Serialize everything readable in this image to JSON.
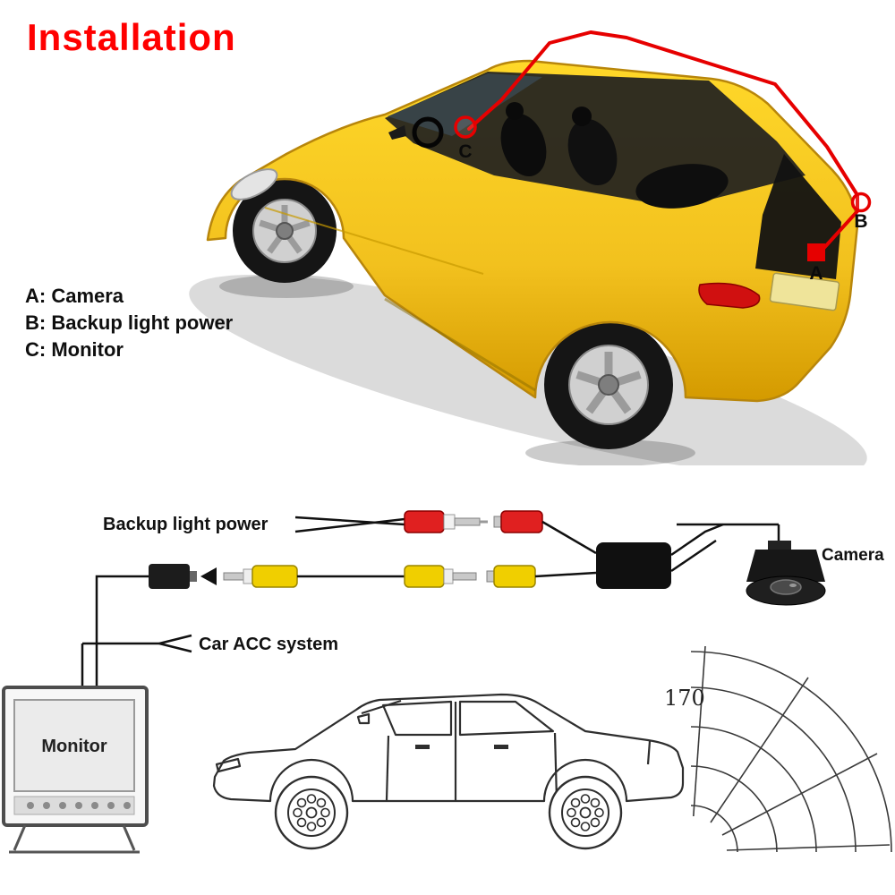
{
  "title": "Installation",
  "legend": {
    "items": [
      {
        "label": "A: Camera"
      },
      {
        "label": "B: Backup light power"
      },
      {
        "label": "C: Monitor"
      }
    ]
  },
  "car_markers": {
    "a": "A",
    "b": "B",
    "c": "C"
  },
  "wiring": {
    "backup_light_power_label": "Backup light power",
    "car_acc_label": "Car ACC system",
    "camera_label": "Camera",
    "monitor_label": "Monitor",
    "angle_label": "170"
  },
  "colors": {
    "title": "#ff0000",
    "cable": "#e60000",
    "car_body": "#f2c11e",
    "rca_red": "#e02020",
    "rca_yellow": "#f0cf00"
  }
}
